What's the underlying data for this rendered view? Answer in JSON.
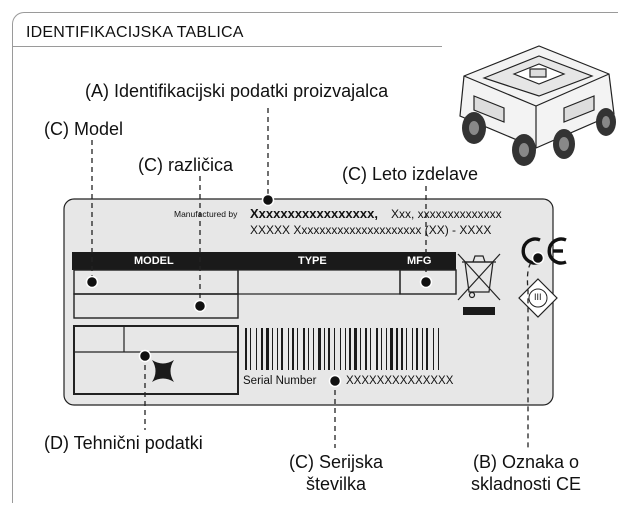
{
  "header": {
    "title": "IDENTIFIKACIJSKA TABLICA"
  },
  "callouts": {
    "manufacturer": "(A) Identifikacijski podatki proizvajalca",
    "model": "(C) Model",
    "version": "(C) različica",
    "year": "(C) Leto izdelave",
    "technical": "(D) Tehnični podatki",
    "serial_line1": "(C) Serijska",
    "serial_line2": "številka",
    "ce_line1": "(B) Oznaka o",
    "ce_line2": "skladnosti CE"
  },
  "plate": {
    "manufactured_by": "Manufactured by",
    "maker_bold": "Xxxxxxxxxxxxxxxxx,",
    "maker_rest": "Xxx, xxxxxxxxxxxxxx",
    "address": "XXXXX Xxxxxxxxxxxxxxxxxxxxx (XX) - XXXX",
    "col_model": "MODEL",
    "col_type": "TYPE",
    "col_mfg": "MFG",
    "serial_label": "Serial Number",
    "serial_value": "XXXXXXXXXXXXXX",
    "ce_mark": "CE",
    "class_mark": "III"
  }
}
